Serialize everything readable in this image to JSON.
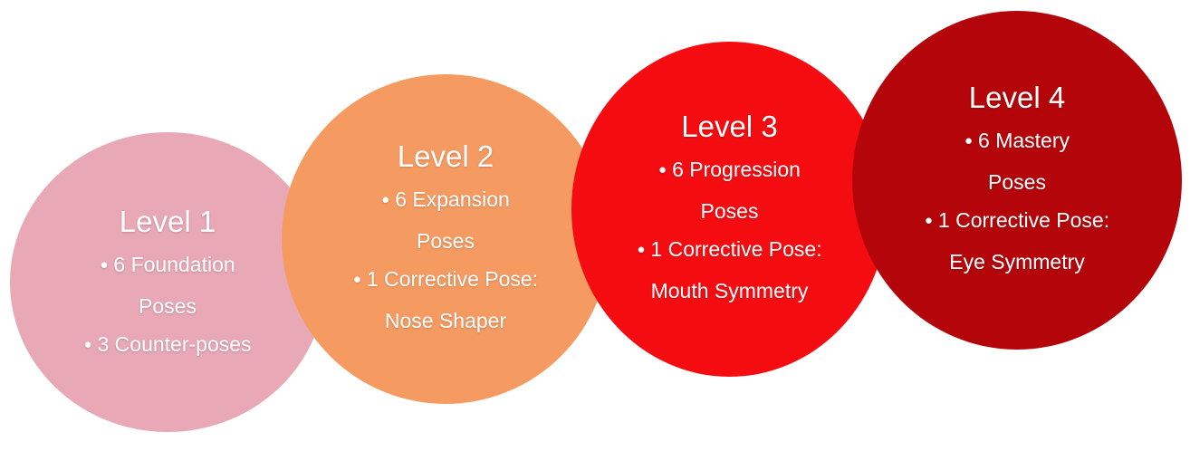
{
  "levels": [
    {
      "title": "Level 1",
      "items": [
        "6 Foundation",
        "Poses",
        "3 Counter-poses"
      ],
      "bullets": [
        true,
        false,
        true
      ],
      "color": "#e8a8b6"
    },
    {
      "title": "Level 2",
      "items": [
        "6 Expansion",
        "Poses",
        "1 Corrective Pose:",
        "Nose Shaper"
      ],
      "bullets": [
        true,
        false,
        true,
        false
      ],
      "color": "#f59b62"
    },
    {
      "title": "Level 3",
      "items": [
        "6 Progression",
        "Poses",
        "1 Corrective Pose:",
        "Mouth Symmetry"
      ],
      "bullets": [
        true,
        false,
        true,
        false
      ],
      "color": "#f50c11"
    },
    {
      "title": "Level 4",
      "items": [
        "6 Mastery",
        "Poses",
        "1 Corrective Pose:",
        "Eye Symmetry"
      ],
      "bullets": [
        true,
        false,
        true,
        false
      ],
      "color": "#b4060a"
    }
  ]
}
